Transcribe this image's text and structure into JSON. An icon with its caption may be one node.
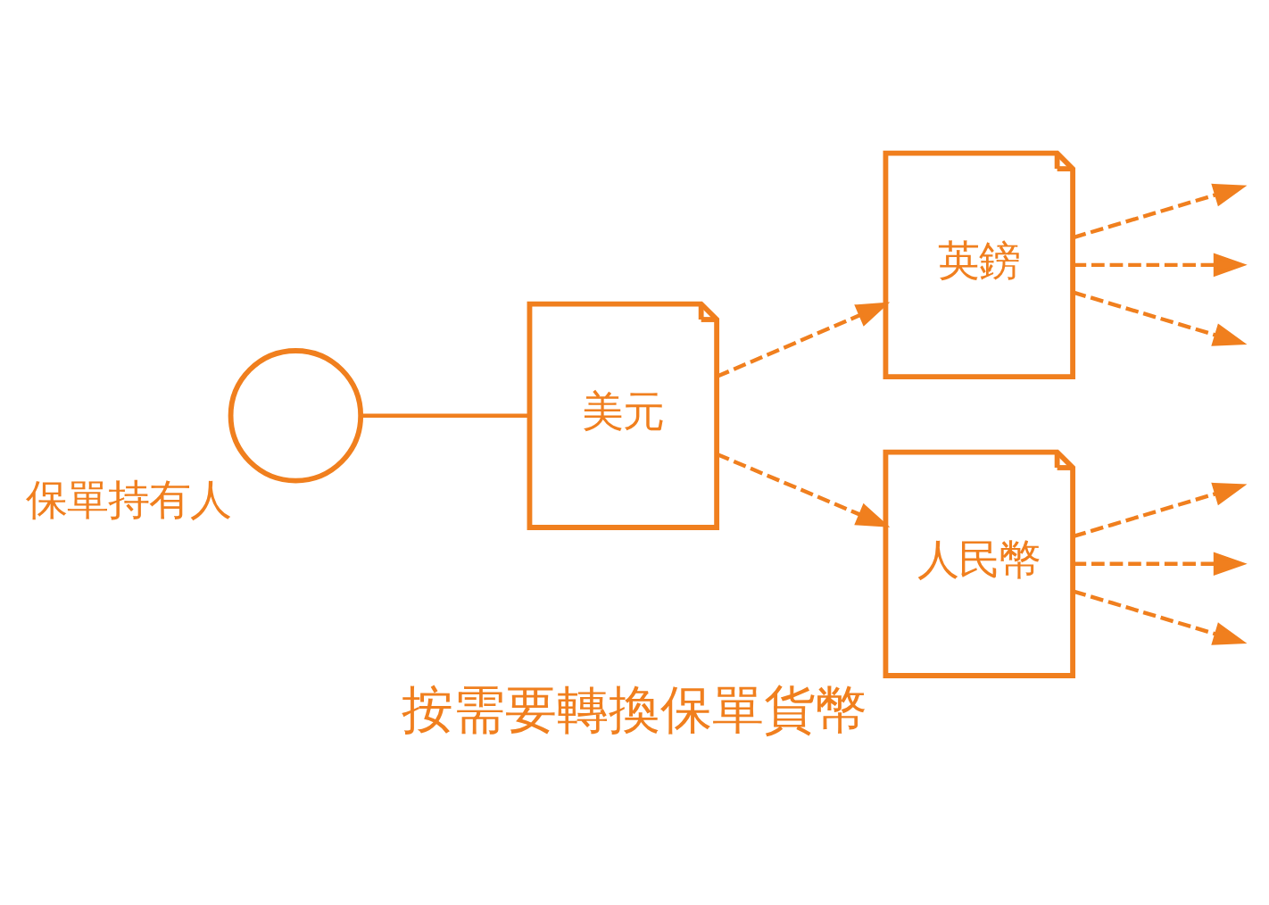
{
  "diagram": {
    "caption": "按需要轉換保單貨幣",
    "nodes": [
      {
        "text": [],
        "shape": "person",
        "beside": [
          "保單持有人"
        ]
      },
      {
        "text": [
          "美元"
        ]
      },
      {
        "text": [
          "英鎊"
        ]
      },
      {
        "text": [
          "人民幣"
        ]
      }
    ],
    "edges": [
      {
        "from": 0,
        "to": 1,
        "arrow": "none"
      },
      {
        "from": 1,
        "to": 2,
        "arrow": "to",
        "style": "dashed"
      },
      {
        "from": 1,
        "to": 3,
        "arrow": "to",
        "style": "dashed"
      },
      {
        "from": 2,
        "to": null,
        "arrow": "to",
        "style": "dashed"
      },
      {
        "from": 2,
        "to": null,
        "arrow": "to",
        "style": "dashed"
      },
      {
        "from": 2,
        "to": null,
        "arrow": "to",
        "style": "dashed"
      },
      {
        "from": 3,
        "to": null,
        "arrow": "to",
        "style": "dashed"
      },
      {
        "from": 3,
        "to": null,
        "arrow": "to",
        "style": "dashed"
      },
      {
        "from": 3,
        "to": null,
        "arrow": "to",
        "style": "dashed"
      }
    ]
  }
}
